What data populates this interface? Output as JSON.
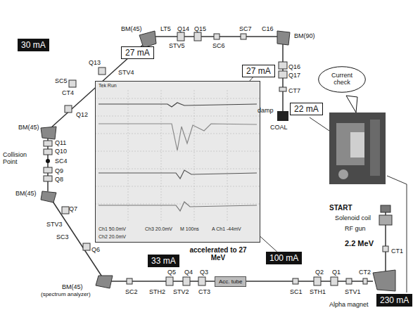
{
  "diagram": {
    "nodes": [
      {
        "text": [
          "30 mA"
        ]
      },
      {
        "text": [
          "27 mA"
        ]
      },
      {
        "text": [
          "27 mA"
        ]
      },
      {
        "text": [
          "22 mA"
        ]
      },
      {
        "text": [
          "Current check"
        ]
      },
      {
        "text": [
          "100 mA"
        ]
      },
      {
        "text": [
          "33 mA"
        ]
      },
      {
        "text": [
          "230 mA"
        ]
      },
      {
        "text": [
          "Acc. tube"
        ]
      },
      {
        "text": [
          "Tek Run",
          "Ch1 50.0mV",
          "Ch2 20.0mV",
          "Ch3 20.0mV",
          "M 100ns",
          "A Ch1 -44mV"
        ]
      }
    ],
    "edges": [
      {
        "from": 2,
        "to": 9,
        "arrow": "none"
      },
      {
        "from": 5,
        "to": 9,
        "arrow": "none"
      }
    ],
    "labels": [
      "BM(45)",
      "LT5",
      "Q14",
      "Q15",
      "STV5",
      "SC6",
      "SC7",
      "C16",
      "BM(90)",
      "Q16",
      "Q17",
      "CT7",
      "damp",
      "COAL",
      "SC5",
      "CT4",
      "Q13",
      "STV4",
      "Q12",
      "BM(45)",
      "Q11",
      "Q10",
      "Collision Point",
      "SC4",
      "Q9",
      "Q8",
      "BM(45)",
      "Q7",
      "STV3",
      "SC3",
      "Q6",
      "BM(45)",
      "(spectrum analyzer)",
      "SC2",
      "STH2",
      "Q5",
      "STV2",
      "Q4",
      "Q3",
      "CT3",
      "accelerated to 27 MeV",
      "SC1",
      "STH1",
      "Q2",
      "Q1",
      "STV1",
      "CT2",
      "Alpha magnet",
      "CT1",
      "START",
      "Solenoid coil",
      "RF gun",
      "2.2 MeV"
    ]
  }
}
